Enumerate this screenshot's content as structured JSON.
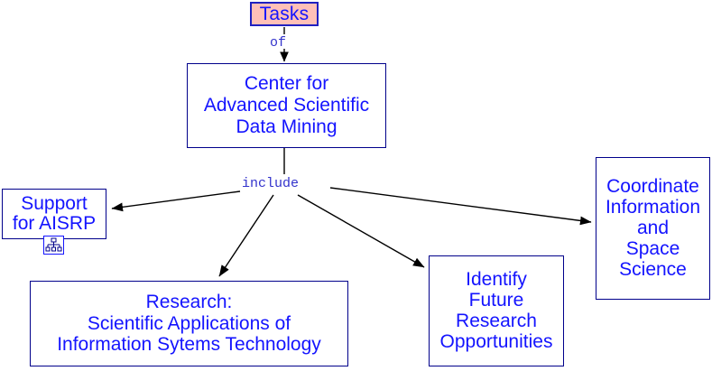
{
  "diagram": {
    "title": "Tasks of Center for Advanced Scientific Data Mining",
    "colors": {
      "node_text": "#1414ff",
      "node_border": "#00008B",
      "node_fill": "#ffffff",
      "root_fill": "#ffc0b8",
      "root_border": "#2020c0",
      "edge_label": "#3333cc",
      "edge_line": "#000000",
      "background": "#ffffff"
    },
    "nodes": {
      "tasks": {
        "name": "Tasks",
        "lines": [
          "Tasks"
        ]
      },
      "center": {
        "name": "Center for Advanced Scientific Data Mining",
        "lines": [
          "Center for",
          "Advanced Scientific",
          "Data Mining"
        ]
      },
      "support": {
        "name": "Support for AISRP",
        "lines": [
          "Support",
          "for AISRP"
        ]
      },
      "research": {
        "name": "Research: Scientific Applications of Information Sytems Technology",
        "lines": [
          "Research:",
          "Scientific Applications of",
          "Information Sytems Technology"
        ]
      },
      "identify": {
        "name": "Identify Future Research Opportunities",
        "lines": [
          "Identify",
          "Future",
          "Research",
          "Opportunities"
        ]
      },
      "coordinate": {
        "name": "Coordinate Information and Space Science",
        "lines": [
          "Coordinate",
          "Information",
          "and",
          "Space",
          "Science"
        ]
      }
    },
    "edges": {
      "of_label": "of",
      "include_label": "include"
    },
    "icons": {
      "hierarchy": "hierarchy-tree-icon"
    }
  }
}
